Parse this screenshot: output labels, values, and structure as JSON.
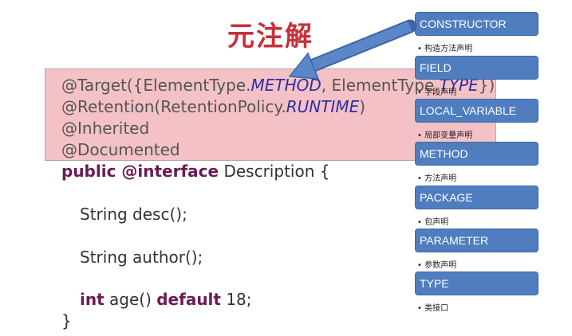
{
  "title": "元注解",
  "code": {
    "line1": {
      "prefix": "@Target({ElementType.",
      "v1": "METHOD",
      "mid": ", ElementType.",
      "v2": "TYPE",
      "suffix": "})"
    },
    "line2": {
      "prefix": "@Retention(RetentionPolicy.",
      "v": "RUNTIME",
      "suffix": ")"
    },
    "line3": "@Inherited",
    "line4": "@Documented",
    "line5": {
      "kw": "public @interface",
      "rest": " Description {"
    },
    "line6": "String desc();",
    "line7": "String author();",
    "line8": {
      "kw1": "int",
      "mid": " age() ",
      "kw2": "default",
      "rest": " 18;"
    },
    "line9": "}"
  },
  "element_types": [
    {
      "name": "CONSTRUCTOR",
      "desc": "• 构造方法声明"
    },
    {
      "name": "FIELD",
      "desc": "• 字段声明"
    },
    {
      "name": "LOCAL_VARIABLE",
      "desc": "• 局部变量声明"
    },
    {
      "name": "METHOD",
      "desc": "• 方法声明"
    },
    {
      "name": "PACKAGE",
      "desc": "• 包声明"
    },
    {
      "name": "PARAMETER",
      "desc": "• 参数声明"
    },
    {
      "name": "TYPE",
      "desc": "• 类接口"
    }
  ],
  "colors": {
    "title": "#c8303a",
    "highlight": "#f4c2c6",
    "pill": "#4f7dbf",
    "arrow": "#4f7dbf",
    "keyword": "#6b1a55",
    "italic_constant": "#2e2fa3"
  }
}
